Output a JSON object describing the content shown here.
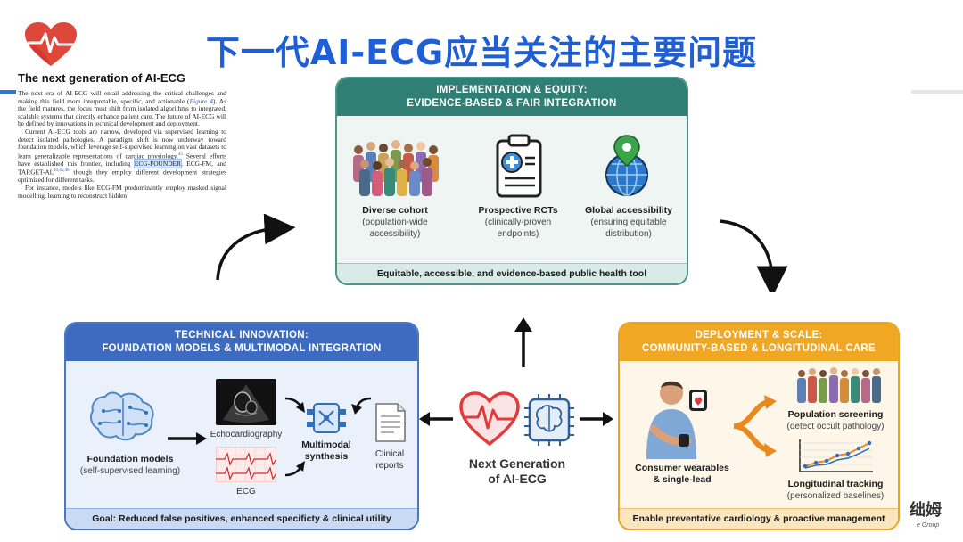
{
  "title": "下一代AI-ECG应当关注的主要问题",
  "paper": {
    "heading": "The next generation of AI-ECG",
    "p1a": "The next era of AI-ECG will entail addressing the critical challenges and making this field more interpretable, specific, and actionable (",
    "p1ref": "Figure 4",
    "p1b": "). As the field matures, the focus must shift from isolated algorithms to integrated, scalable systems that directly enhance patient care. The future of AI-ECG will be defined by innovations in technical development and deployment.",
    "p2a": "Current AI-ECG tools are narrow, developed via supervised learning to detect isolated pathologies. A paradigm shift is now underway toward foundation models, which leverage self-supervised learning on vast datasets to learn generalizable representations of cardiac physiology.",
    "p2sup1": "45",
    "p2b": " Several efforts have established this frontier, including ",
    "p2hl": "ECG-FOUNDER",
    "p2c": ", ECG-FM, and TARGET-AI,",
    "p2sup2": "10,45,46",
    "p2d": " though they employ different development strategies optimized for different tasks.",
    "p3": "For instance, models like ECG-FM predominantly employ masked signal modelling, learning to reconstruct hidden"
  },
  "implementation": {
    "header_line1": "IMPLEMENTATION & EQUITY:",
    "header_line2": "EVIDENCE-BASED & FAIR INTEGRATION",
    "items": [
      {
        "title": "Diverse cohort",
        "sub1": "(population-wide",
        "sub2": "accessibility)"
      },
      {
        "title": "Prospective RCTs",
        "sub1": "(clinically-proven",
        "sub2": "endpoints)"
      },
      {
        "title": "Global accessibility",
        "sub1": "(ensuring equitable",
        "sub2": "distribution)"
      }
    ],
    "footer": "Equitable, accessible, and evidence-based public health tool"
  },
  "technical": {
    "header_line1": "TECHNICAL INNOVATION:",
    "header_line2": "FOUNDATION MODELS & MULTIMODAL INTEGRATION",
    "foundation_title": "Foundation models",
    "foundation_sub": "(self-supervised learning)",
    "echo_label": "Echocardiography",
    "ecg_label": "ECG",
    "synth_line1": "Multimodal",
    "synth_line2": "synthesis",
    "reports_line1": "Clinical",
    "reports_line2": "reports",
    "footer": "Goal: Reduced false positives, enhanced specificty & clinical utility"
  },
  "center": {
    "line1": "Next Generation",
    "line2": "of AI-ECG"
  },
  "deployment": {
    "header_line1": "DEPLOYMENT & SCALE:",
    "header_line2": "COMMUNITY-BASED & LONGITUDINAL CARE",
    "wearables_line1": "Consumer wearables",
    "wearables_line2": "& single-lead",
    "screening_title": "Population screening",
    "screening_sub": "(detect occult pathology)",
    "tracking_title": "Longitudinal tracking",
    "tracking_sub": "(personalized baselines)",
    "footer": "Enable preventative cardiology & proactive management"
  },
  "watermark": {
    "text": "绌姆",
    "sub": "e Group"
  },
  "colors": {
    "title": "#1f5fd6",
    "impl": "#2f7f74",
    "tech": "#3c6bc0",
    "deploy": "#f0a724",
    "heart": "#e23b3b"
  }
}
